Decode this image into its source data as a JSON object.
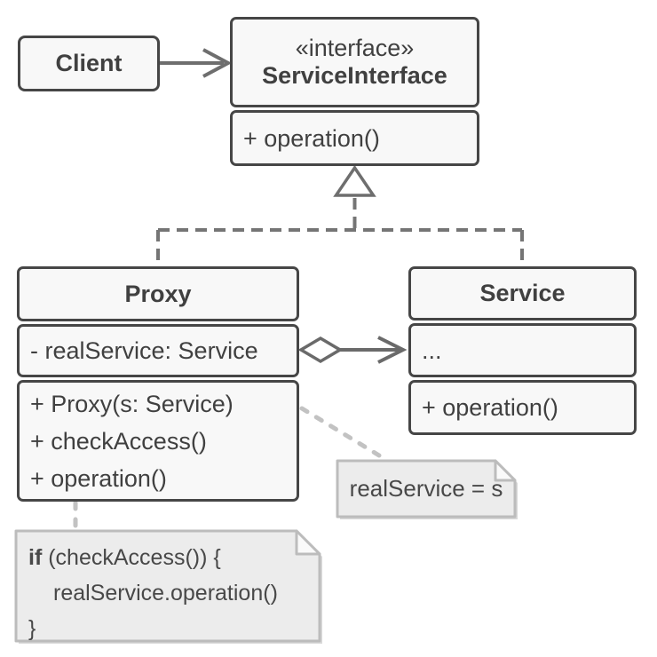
{
  "diagram": {
    "kind": "uml-class-diagram",
    "pattern": "Proxy",
    "colors": {
      "box_border": "#464646",
      "box_fill": "#f8f8f8",
      "text": "#404040",
      "connector": "#6e6e6e",
      "dashed_connector": "#757575",
      "note_border": "#bcbcbc",
      "note_fill": "#ececec",
      "note_fold_fill": "#fafafa",
      "note_connector": "#c2c2c2",
      "background": "#ffffff"
    },
    "client": {
      "name": "Client"
    },
    "service_interface": {
      "stereotype": "«interface»",
      "name": "ServiceInterface",
      "operations": [
        "+ operation()"
      ]
    },
    "proxy": {
      "name": "Proxy",
      "attributes": [
        "- realService: Service"
      ],
      "operations": [
        "+ Proxy(s: Service)",
        "+ checkAccess()",
        "+ operation()"
      ]
    },
    "service": {
      "name": "Service",
      "attributes": [
        "..."
      ],
      "operations": [
        "+ operation()"
      ]
    },
    "notes": {
      "assignment": "realService = s",
      "code": {
        "keyword": "if",
        "line1_rest": " (checkAccess()) {",
        "line2": "realService.operation()",
        "line3": "}"
      }
    },
    "relationships": {
      "client_to_interface": "association",
      "proxy_to_interface": "realization",
      "service_to_interface": "realization",
      "proxy_to_service": "aggregation"
    }
  }
}
